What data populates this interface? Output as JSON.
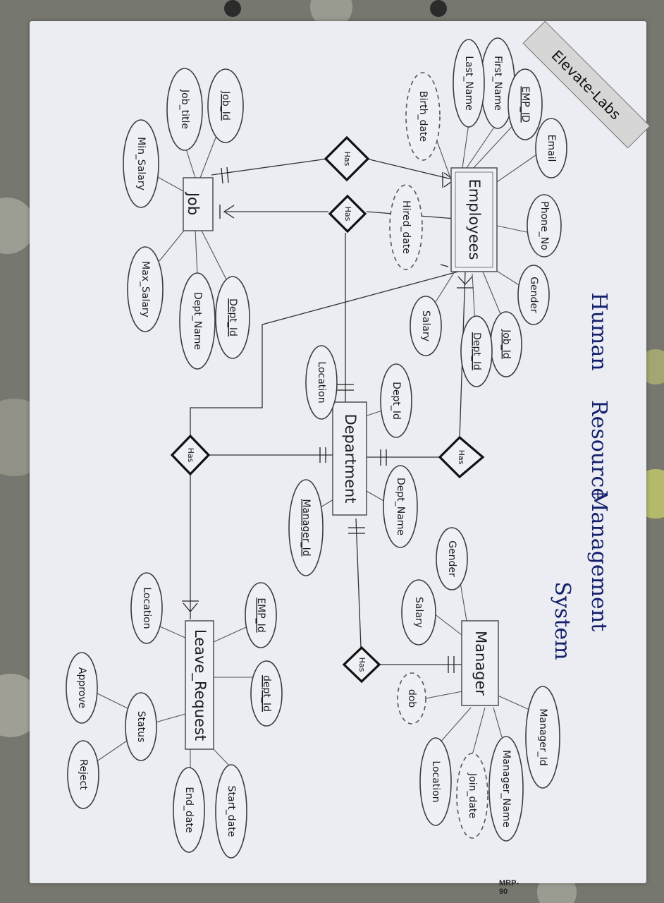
{
  "brand": "Elevate-Labs",
  "title": [
    "Human",
    "Resource",
    "Management",
    "System"
  ],
  "entities": {
    "job": "Job",
    "employees": "Employees",
    "department": "Department",
    "manager": "Manager",
    "leave_request": "Leave_Request"
  },
  "relationships": {
    "job_employees": "Has",
    "job_department": "Has",
    "employees_department": "Has",
    "department_leave": "Has",
    "department_manager": "Has"
  },
  "attributes": {
    "job": [
      "Job_Id",
      "Job_title",
      "Min_Salary",
      "Max_Salary",
      "Dept_Name",
      "Dept_Id"
    ],
    "employees": [
      "First_Name",
      "Last_Name",
      "EMP_ID",
      "Birth_date",
      "Email",
      "Phone_No",
      "Hired_date",
      "Gender",
      "Job_Id",
      "Dept_Id",
      "Salary"
    ],
    "department": [
      "Dept_Id",
      "Location",
      "Dept_Name",
      "Manager_Id"
    ],
    "manager": [
      "Gender",
      "Salary",
      "dob",
      "Manager_Id",
      "Manager_Name",
      "Join_date",
      "Location"
    ],
    "leave_request": [
      "Location",
      "EMP_Id",
      "dept_Id",
      "Status",
      "Approve",
      "Reject",
      "Start_date",
      "End_date"
    ]
  },
  "footer": [
    "MRP-90"
  ]
}
